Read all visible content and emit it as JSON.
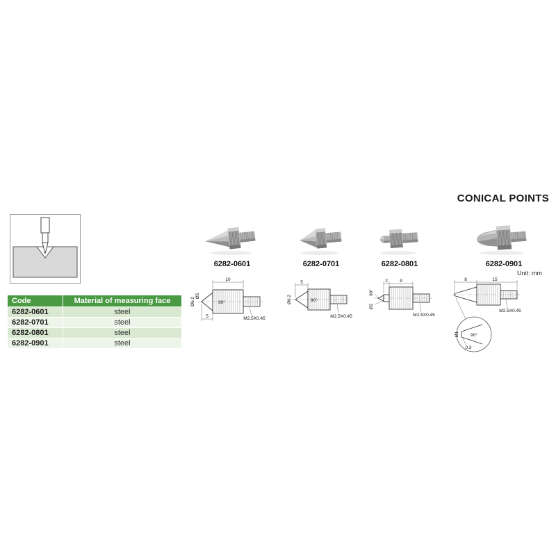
{
  "page": {
    "title": "CONICAL POINTS",
    "unit_label": "Unit: mm"
  },
  "products": [
    {
      "code": "6282-0601",
      "drawing": {
        "len_total": "10",
        "len_cone": "5",
        "dia_body": "Ø6.2",
        "dia_cone": "Ø5",
        "angle": "90°",
        "thread": "M2.5X0.45"
      }
    },
    {
      "code": "6282-0701",
      "drawing": {
        "len_cone": "5",
        "dia_body": "Ø6.2",
        "angle": "90°",
        "thread": "M2.5X0.45"
      }
    },
    {
      "code": "6282-0801",
      "drawing": {
        "len_tip": "2",
        "len_body": "9",
        "dia_tip": "Ø2",
        "angle": "90°",
        "thread": "M2.5X0.45"
      }
    },
    {
      "code": "6282-0901",
      "drawing": {
        "len_tip": "8",
        "len_total": "15",
        "thread": "M2.5X0.45",
        "detail_dia": "Ø1",
        "detail_angle": "90°",
        "detail_radius": "0.3"
      }
    }
  ],
  "table": {
    "headers": [
      "Code",
      "Material of measuring face"
    ],
    "rows": [
      {
        "code": "6282-0601",
        "material": "steel"
      },
      {
        "code": "6282-0701",
        "material": "steel"
      },
      {
        "code": "6282-0801",
        "material": "steel"
      },
      {
        "code": "6282-0901",
        "material": "steel"
      }
    ]
  },
  "colors": {
    "table_header_green": "#4a9a44",
    "table_row_green": "#d9e9d1",
    "table_row_green_light": "#edf5e8"
  }
}
